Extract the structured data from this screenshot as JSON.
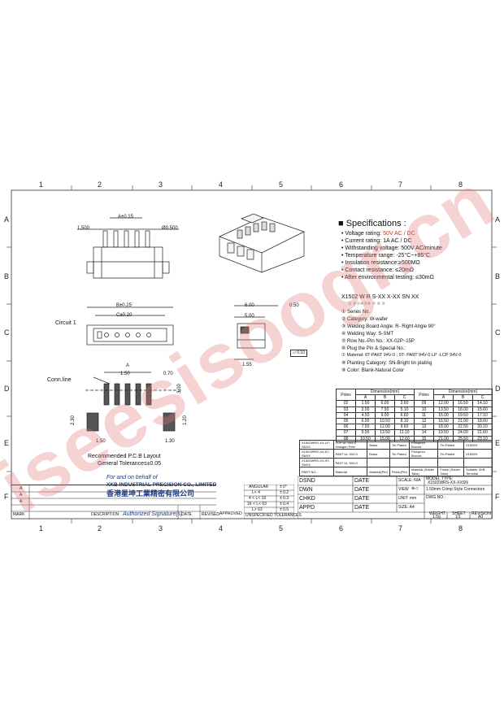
{
  "zones": {
    "columns": [
      "1",
      "2",
      "3",
      "4",
      "5",
      "6",
      "7",
      "8"
    ],
    "rows": [
      "A",
      "B",
      "C",
      "D",
      "E",
      "F"
    ]
  },
  "dims": {
    "a_pm": "A±0.15",
    "pitch_top": "1.500",
    "pin_dia": "Ø0.500",
    "b_pm": "B±0.25",
    "c_pm": "C±0.20",
    "circuit1": "Circuit 1",
    "d600": "6.00",
    "d500": "5.00",
    "d050": "0.50",
    "d155": "1.55",
    "flat": "0.10",
    "conn_line": "Conn.line",
    "a_lbl": "A",
    "d070": "0.70",
    "d150": "1.50",
    "d300": "3.00",
    "d230": "2.30",
    "d120": "1.20",
    "d150b": "1.50",
    "d130": "1.30"
  },
  "pcb": {
    "title": "Recommended P.C.B Layout",
    "tol": "General Tolerances±0.05"
  },
  "specs": {
    "title": "Specifications :",
    "items": [
      {
        "k": "Voltage rating: ",
        "v": "50V AC / DC"
      },
      {
        "k": "Current rating: 1A  AC / DC",
        "v": ""
      },
      {
        "k": "Withstanding voltage: 500V AC/minute",
        "v": ""
      },
      {
        "k": "Temperature range: ",
        "v": "-25°C~+85°C"
      },
      {
        "k": "Insulation resistance:≥500MΩ",
        "v": ""
      },
      {
        "k": "Contact resistance: ≤20mΩ",
        "v": ""
      },
      {
        "k": "After environmental testing: ≤30mΩ",
        "v": ""
      }
    ]
  },
  "part_code": {
    "code": "X1502 W R S-XX X-XX SN XX",
    "circles": "①  ②③④⑤⑥  ⑦  ⑧  ⑨",
    "items": [
      "① Series No.",
      "② Category: W-wafer",
      "③ Welding Board Angle: R- Right Angle 90°",
      "④ Welding Way: S-SMT",
      "⑤ Row No.-Pin No.: XX-02P~15P",
      "⑥ Plug the Pin & Special No.:",
      "⑦ Material: 6T-PA6T 94V-0 ; 9T- PA9T 94V-0  LP -LCP  94V-0",
      "⑧ Planting Category: SN-Bright tin plating",
      "⑨ Color: Blank-Natural Color"
    ]
  },
  "dim_table": {
    "header1": [
      "Poles",
      "Dimension(mm)",
      "Poles",
      "Dimension(mm)"
    ],
    "header2": [
      "A",
      "B",
      "C",
      "A",
      "B",
      "C"
    ],
    "rows": [
      [
        "02",
        "1.50",
        "6.00",
        "3.60",
        "09",
        "12.00",
        "16.50",
        "14.10"
      ],
      [
        "03",
        "3.00",
        "7.50",
        "5.10",
        "10",
        "13.50",
        "18.00",
        "15.60"
      ],
      [
        "04",
        "4.50",
        "9.00",
        "6.60",
        "11",
        "15.00",
        "19.50",
        "17.10"
      ],
      [
        "05",
        "6.00",
        "10.50",
        "8.10",
        "12",
        "16.50",
        "21.00",
        "18.60"
      ],
      [
        "06",
        "7.50",
        "12.00",
        "9.60",
        "13",
        "18.00",
        "22.50",
        "20.10"
      ],
      [
        "07",
        "9.00",
        "13.50",
        "11.10",
        "14",
        "19.50",
        "24.00",
        "21.60"
      ],
      [
        "08",
        "10.50",
        "15.00",
        "12.60",
        "15",
        "21.00",
        "25.50",
        "23.10"
      ]
    ]
  },
  "material_table": {
    "rows": [
      [
        "X1502WRS-XX-LP-SNXX",
        "LCP  UL 94V-0 Halogen Free",
        "Brass",
        "Tin Plated",
        "Phosphor Bronze",
        "Tin Plated",
        "X1502H"
      ],
      [
        "X1502WRS-XX-6T-SNXX",
        "PA6T  UL 94V-0",
        "Brass",
        "Tin Plated",
        "Phosphor Bronze",
        "Tin Plated",
        "X1502H"
      ],
      [
        "X1502WRS-XX-9T-SNXX",
        "PA9T  UL 94V-0",
        "",
        "",
        "",
        "",
        ""
      ],
      [
        "PART NO.",
        "Material",
        "Material(Pin)",
        "Finish(Pin)",
        "Material (Solder Tabs)",
        "Finish (Solder Tabs)",
        "Suitable XKB Terminal"
      ]
    ]
  },
  "company": {
    "behalf": "For and on behalf of",
    "name_en": "XKB INDUSTRIAL PRECISION CO., LIMITED",
    "name_cn": "香港星坤工業精密有限公司",
    "signature": "Authorized Signature(s)"
  },
  "rev_block": {
    "rows": [
      "A",
      "A",
      "A"
    ],
    "headers": [
      "MARK",
      "DESCRIPTION",
      "DATE",
      "REVISED",
      "APPROVED"
    ]
  },
  "tolerances": {
    "rows": [
      [
        "ANGULAR",
        "± 0°"
      ],
      [
        "L< 4",
        "± 0.2"
      ],
      [
        "4 < L< 16",
        "± 0.3"
      ],
      [
        "16 < L< 63",
        "± 0.4"
      ],
      [
        "L> 63",
        "± 0.5"
      ]
    ],
    "footer": "UNSPECIFIED TOLERANCES"
  },
  "title_block": {
    "dsnd": "DSND",
    "dwn": "DWN",
    "chkd": "CHKD",
    "appd": "APPD",
    "date": "DATE",
    "scale": "SCALE: N/A",
    "view": "VIEW",
    "unit": "UNIT: mm",
    "size": "SIZE: A4",
    "model_type_lbl": "MODEL TYPE:",
    "model_type": "X1502WRS-XX-XXSN",
    "name": "1.50mm Crimp Style Connectors",
    "dwg_no_lbl": "DWG NO.:",
    "weight_lbl": "WEIGHT",
    "weight": "1.5g",
    "sheet_lbl": "SHEET",
    "sheet": "1/1",
    "revision_lbl": "REVISION",
    "revision": "A0"
  },
  "watermark": "iseesisoogr.cn"
}
